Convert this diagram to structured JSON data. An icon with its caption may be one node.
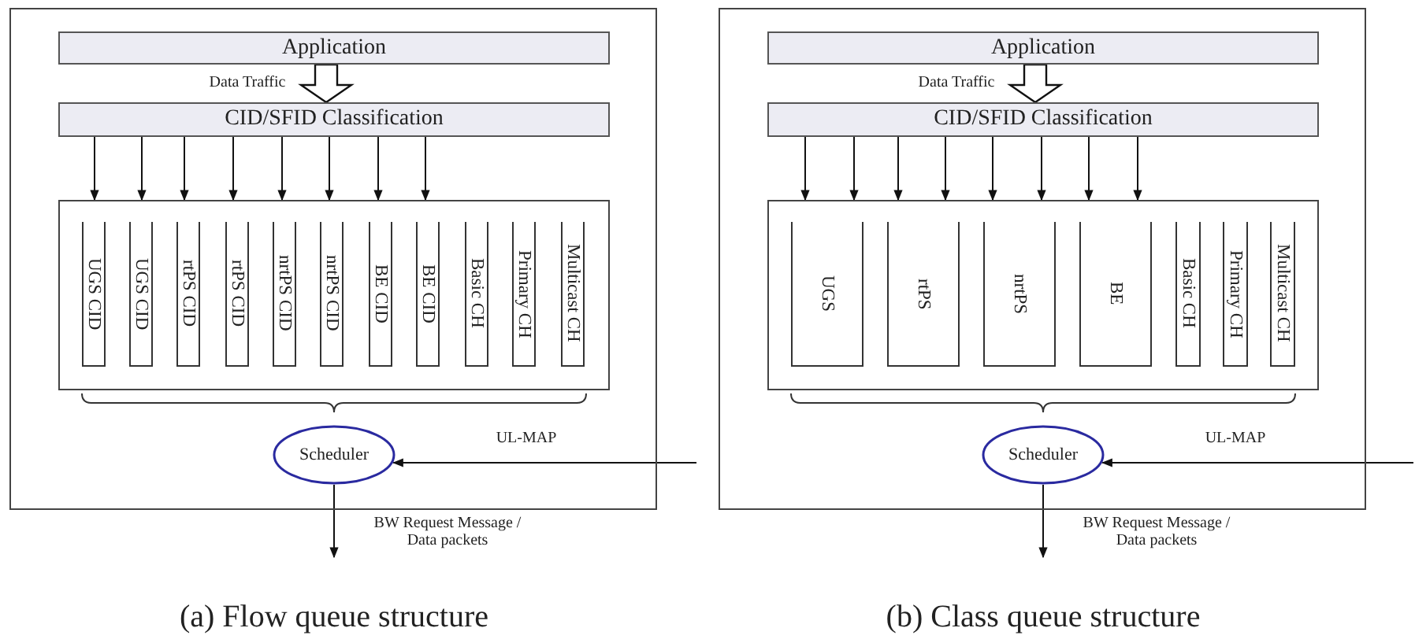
{
  "diagram": {
    "nodes": [
      {
        "text": [],
        "shape": "box"
      },
      {
        "text": [
          "Application"
        ],
        "in": 0
      },
      {
        "text": [
          "CID/SFID Classification"
        ],
        "in": 0
      },
      {
        "text": [],
        "shape": "box",
        "in": 0
      },
      {
        "text": [
          "UGS CID"
        ],
        "in": 3
      },
      {
        "text": [
          "UGS CID"
        ],
        "in": 3
      },
      {
        "text": [
          "rtPS CID"
        ],
        "in": 3
      },
      {
        "text": [
          "rtPS CID"
        ],
        "in": 3
      },
      {
        "text": [
          "nrtPS CID"
        ],
        "in": 3
      },
      {
        "text": [
          "nrtPS CID"
        ],
        "in": 3
      },
      {
        "text": [
          "BE CID"
        ],
        "in": 3
      },
      {
        "text": [
          "BE CID"
        ],
        "in": 3
      },
      {
        "text": [
          "Basic CH"
        ],
        "in": 3
      },
      {
        "text": [
          "Primary CH"
        ],
        "in": 3
      },
      {
        "text": [
          "Multicast CH"
        ],
        "in": 3
      },
      {
        "text": [
          "Scheduler"
        ],
        "in": 0
      },
      {
        "text": [],
        "shape": "box"
      },
      {
        "text": [
          "Application"
        ],
        "in": 16
      },
      {
        "text": [
          "CID/SFID Classification"
        ],
        "in": 16
      },
      {
        "text": [],
        "shape": "box",
        "in": 16
      },
      {
        "text": [
          "UGS"
        ],
        "in": 19
      },
      {
        "text": [
          "rtPS"
        ],
        "in": 19
      },
      {
        "text": [
          "nrtPS"
        ],
        "in": 19
      },
      {
        "text": [
          "BE"
        ],
        "in": 19
      },
      {
        "text": [
          "Basic CH"
        ],
        "in": 19
      },
      {
        "text": [
          "Primary CH"
        ],
        "in": 19
      },
      {
        "text": [
          "Multicast CH"
        ],
        "in": 19
      },
      {
        "text": [
          "Scheduler"
        ],
        "in": 16
      }
    ],
    "edges": [
      {
        "from": 1,
        "to": 2,
        "arrow": "to",
        "style": "thick",
        "label": "Data Traffic"
      },
      {
        "from": 2,
        "to": 3,
        "arrow": "to"
      },
      {
        "from": 2,
        "to": 3,
        "arrow": "to"
      },
      {
        "from": 2,
        "to": 3,
        "arrow": "to"
      },
      {
        "from": 2,
        "to": 3,
        "arrow": "to"
      },
      {
        "from": 2,
        "to": 3,
        "arrow": "to"
      },
      {
        "from": 2,
        "to": 3,
        "arrow": "to"
      },
      {
        "from": 2,
        "to": 3,
        "arrow": "to"
      },
      {
        "from": 2,
        "to": 3,
        "arrow": "to"
      },
      {
        "from": null,
        "to": 15,
        "arrow": "to",
        "label": "UL-MAP"
      },
      {
        "from": 15,
        "to": null,
        "arrow": "to",
        "label": "BW Request Message / Data packets"
      },
      {
        "from": 17,
        "to": 18,
        "arrow": "to",
        "style": "thick",
        "label": "Data Traffic"
      },
      {
        "from": 18,
        "to": 19,
        "arrow": "to"
      },
      {
        "from": 18,
        "to": 19,
        "arrow": "to"
      },
      {
        "from": 18,
        "to": 19,
        "arrow": "to"
      },
      {
        "from": 18,
        "to": 19,
        "arrow": "to"
      },
      {
        "from": 18,
        "to": 19,
        "arrow": "to"
      },
      {
        "from": 18,
        "to": 19,
        "arrow": "to"
      },
      {
        "from": 18,
        "to": 19,
        "arrow": "to"
      },
      {
        "from": 18,
        "to": 19,
        "arrow": "to"
      },
      {
        "from": null,
        "to": 27,
        "arrow": "to",
        "label": "UL-MAP"
      },
      {
        "from": 27,
        "to": null,
        "arrow": "to",
        "label": "BW Request Message / Data packets"
      }
    ],
    "labels": [
      "(a) Flow queue structure",
      "(b) Class queue structure"
    ]
  }
}
